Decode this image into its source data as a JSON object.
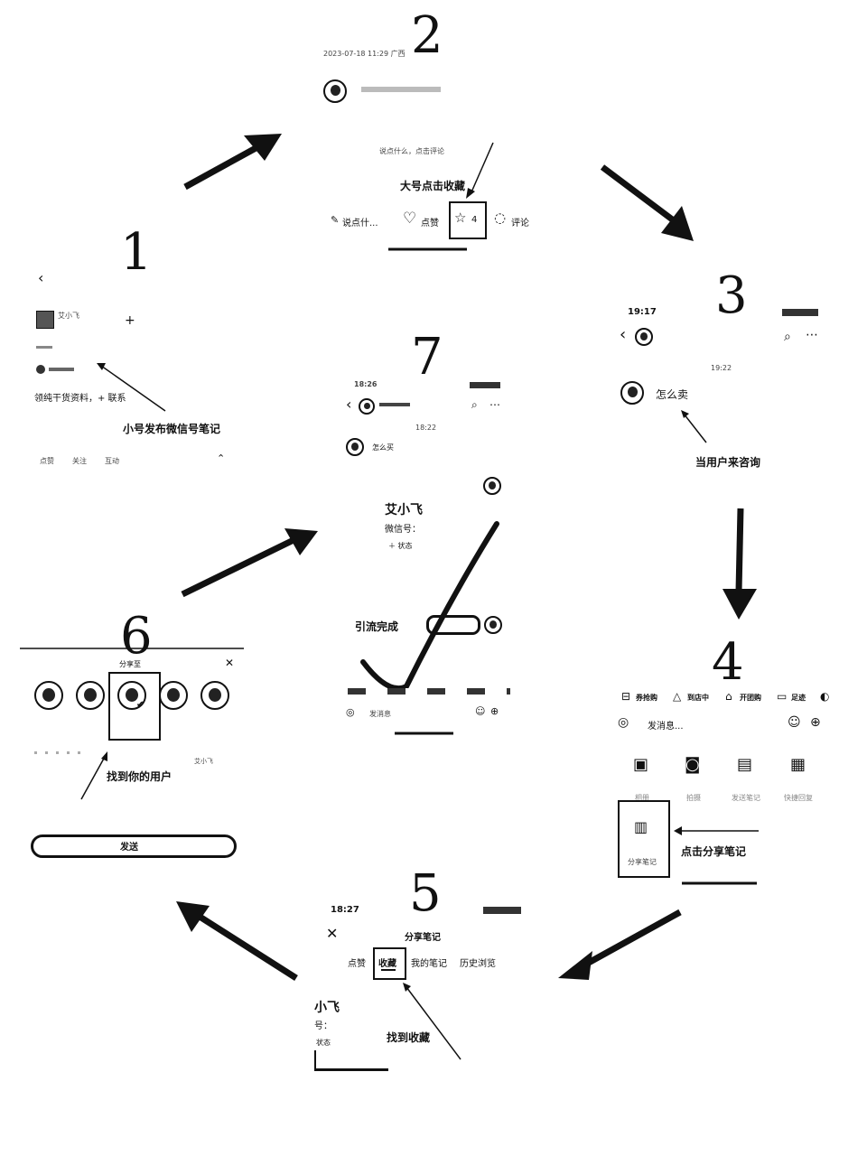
{
  "steps": {
    "s1": "1",
    "s2": "2",
    "s3": "3",
    "s4": "4",
    "s5": "5",
    "s6": "6",
    "s7": "7"
  },
  "panel2": {
    "timestamp": "2023-07-18 11:29 广西",
    "comment_hint": "说点什么，点击评论",
    "annotation": "大号点击收藏",
    "say_something": "说点什...",
    "like": "点赞",
    "star_count": "4",
    "comment": "评论"
  },
  "panel1": {
    "name": "艾小飞",
    "post_text": "领纯干货资料，+ 联系",
    "annotation": "小号发布微信号笔记",
    "tab_a": "点赞",
    "tab_b": "关注",
    "tab_c": "互动"
  },
  "panel3": {
    "time": "19:17",
    "chat_time": "19:22",
    "message": "怎么卖",
    "annotation": "当用户来咨询"
  },
  "panel7": {
    "time": "18:26",
    "chat_time": "18:22",
    "message": "怎么买",
    "name": "艾小飞",
    "wechat_label": "微信号：",
    "status": "＋ 状态",
    "done": "引流完成",
    "input_placeholder": "发消息"
  },
  "panel4": {
    "chips": [
      "券抢购",
      "到店中",
      "开团购",
      "足迹"
    ],
    "input_placeholder": "发消息...",
    "tools": [
      "相册",
      "拍摄",
      "发送笔记",
      "快捷回复"
    ],
    "share_card": "分享笔记",
    "annotation": "点击分享笔记"
  },
  "panel5": {
    "time": "18:27",
    "title": "分享笔记",
    "tabs": [
      "点赞",
      "收藏",
      "我的笔记",
      "历史浏览"
    ],
    "name": "小飞",
    "label": "号：",
    "status": "状态",
    "annotation": "找到收藏"
  },
  "panel6": {
    "title": "分享至",
    "annotation": "找到你的用户",
    "user_name": "艾小飞",
    "send_button": "发送"
  },
  "icons": {
    "back": "back-arrow-icon",
    "more": "more-icon",
    "search": "search-icon",
    "heart": "heart-icon",
    "star": "star-icon",
    "comment": "comment-icon",
    "check": "checkmark-icon"
  }
}
